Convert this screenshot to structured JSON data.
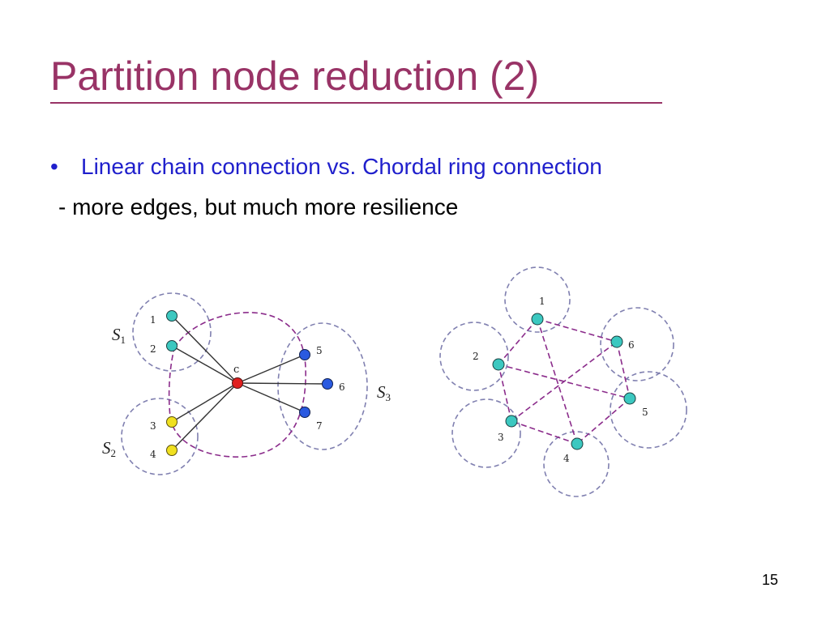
{
  "slide": {
    "title": "Partition node reduction (2)",
    "bullet": "Linear chain connection vs. Chordal ring connection",
    "bullet_marker": "•",
    "subpoint": "- more edges, but much more resilience",
    "page_number": "15"
  },
  "colors": {
    "title": "#993366",
    "bullet_text": "#1f1fcc",
    "partition_circle": "#8080b0",
    "chain_edge": "#8b2c8b",
    "node_cyan": "#3cc8c0",
    "node_yellow": "#f0e020",
    "node_blue": "#2a5ae0",
    "node_red": "#e02020"
  },
  "left_diagram": {
    "center_label": "c",
    "sets": [
      {
        "letter": "S",
        "sub": "1"
      },
      {
        "letter": "S",
        "sub": "2"
      },
      {
        "letter": "S",
        "sub": "3"
      }
    ],
    "nodes": [
      "1",
      "2",
      "3",
      "4",
      "5",
      "6",
      "7"
    ]
  },
  "right_diagram": {
    "nodes": [
      "1",
      "2",
      "3",
      "4",
      "5",
      "6"
    ]
  }
}
